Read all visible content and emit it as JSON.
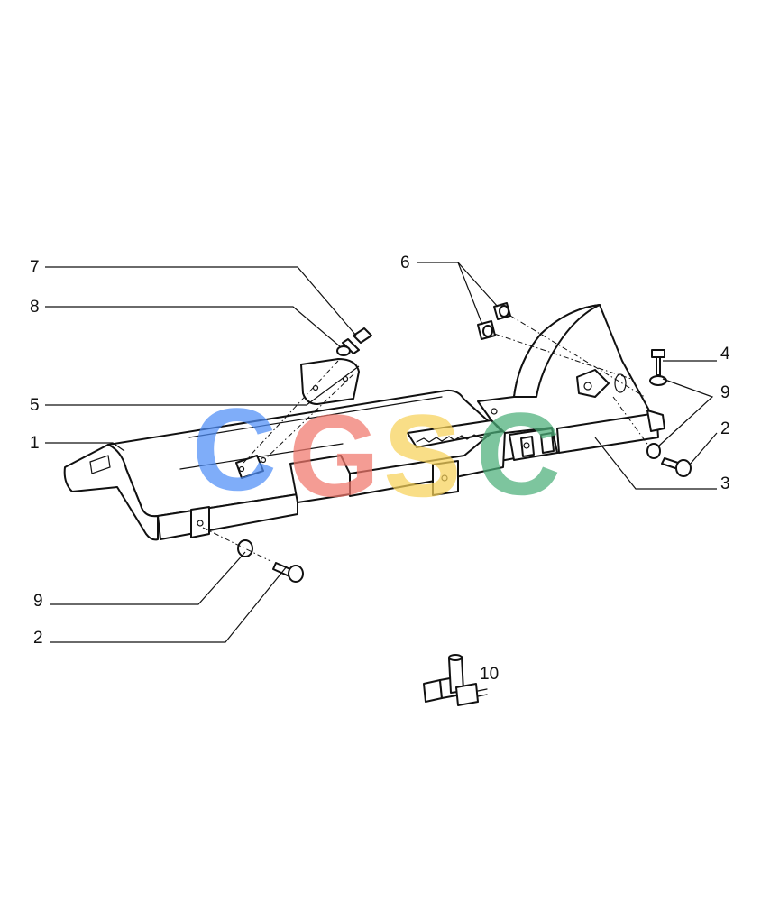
{
  "callouts": [
    {
      "id": "c7",
      "label": "7"
    },
    {
      "id": "c8",
      "label": "8"
    },
    {
      "id": "c5",
      "label": "5"
    },
    {
      "id": "c1",
      "label": "1"
    },
    {
      "id": "c6",
      "label": "6"
    },
    {
      "id": "c4",
      "label": "4"
    },
    {
      "id": "c9r",
      "label": "9"
    },
    {
      "id": "c2r",
      "label": "2"
    },
    {
      "id": "c3",
      "label": "3"
    },
    {
      "id": "c9l",
      "label": "9"
    },
    {
      "id": "c2l",
      "label": "2"
    },
    {
      "id": "c10",
      "label": "10"
    }
  ],
  "watermark": {
    "letters": [
      "C",
      "G",
      "S",
      "C"
    ],
    "colors": [
      "#4f8ef7",
      "#f0776b",
      "#f7d25a",
      "#4caf7a"
    ]
  }
}
